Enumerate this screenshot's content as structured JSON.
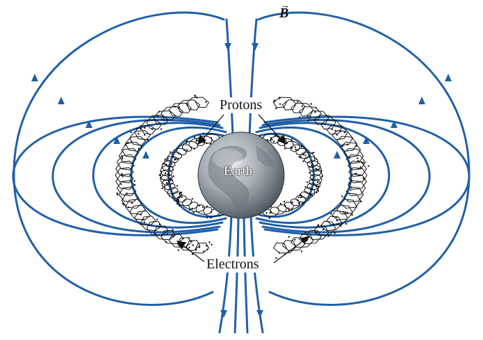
{
  "figure": {
    "field_symbol": "B",
    "labels": {
      "protons": "Protons",
      "electrons": "Electrons",
      "earth": "Earth"
    },
    "colors": {
      "field_line": "#1f5fa8",
      "particle_path": "#111111",
      "earth_light": "#e4e7ea",
      "earth_dark": "#3e4650",
      "background": "#ffffff"
    },
    "icons": [
      "field-arrow",
      "pointer-arrow",
      "earth-globe"
    ]
  }
}
